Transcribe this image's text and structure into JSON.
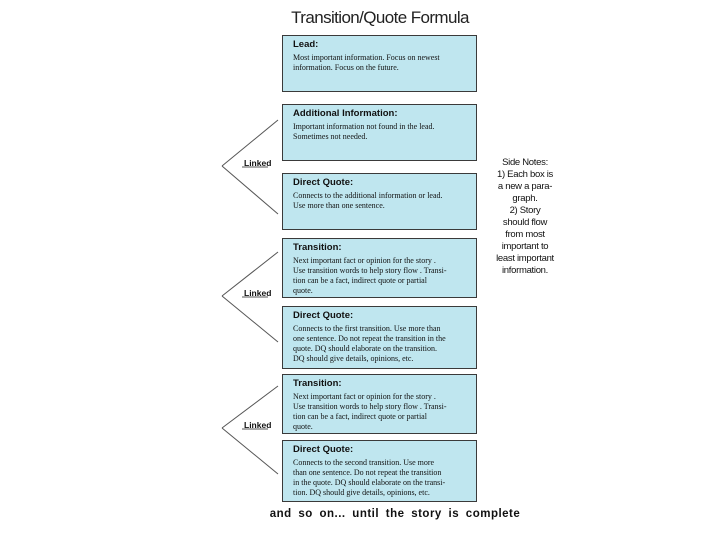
{
  "title": "Transition/Quote Formula",
  "boxes": [
    {
      "title": "Lead:",
      "text": "Most important information. Focus on newest\ninformation. Focus on the future."
    },
    {
      "title": "Additional Information:",
      "text": "Important information not found in the lead.\nSometimes not needed."
    },
    {
      "title": "Direct Quote:",
      "text": "Connects to the additional information or lead.\nUse more than one sentence."
    },
    {
      "title": "Transition:",
      "text": "Next important fact or opinion for the story .\nUse transition words to help story flow . Transi-\ntion can be a fact, indirect quote or partial\nquote."
    },
    {
      "title": "Direct Quote:",
      "text": "Connects to the first transition. Use more than\none sentence. Do not repeat the transition in the\nquote. DQ should elaborate on the transition.\nDQ  should give details, opinions, etc."
    },
    {
      "title": "Transition:",
      "text": "Next important fact or opinion for the story .\nUse transition words to help story flow . Transi-\ntion can be a fact, indirect quote or partial\nquote."
    },
    {
      "title": "Direct Quote:",
      "text": "Connects to the second transition. Use more\nthan one sentence. Do not repeat the transition\nin the quote. DQ should elaborate on the  transi-\ntion. DQ should give details, opinions, etc."
    }
  ],
  "linked_label": "Linked",
  "side_notes": "Side Notes:\n1) Each box is\na new a para-\ngraph.\n2) Story\nshould flow\nfrom most\nimportant to\nleast important\ninformation.",
  "footer": "and so on... until the story is complete"
}
